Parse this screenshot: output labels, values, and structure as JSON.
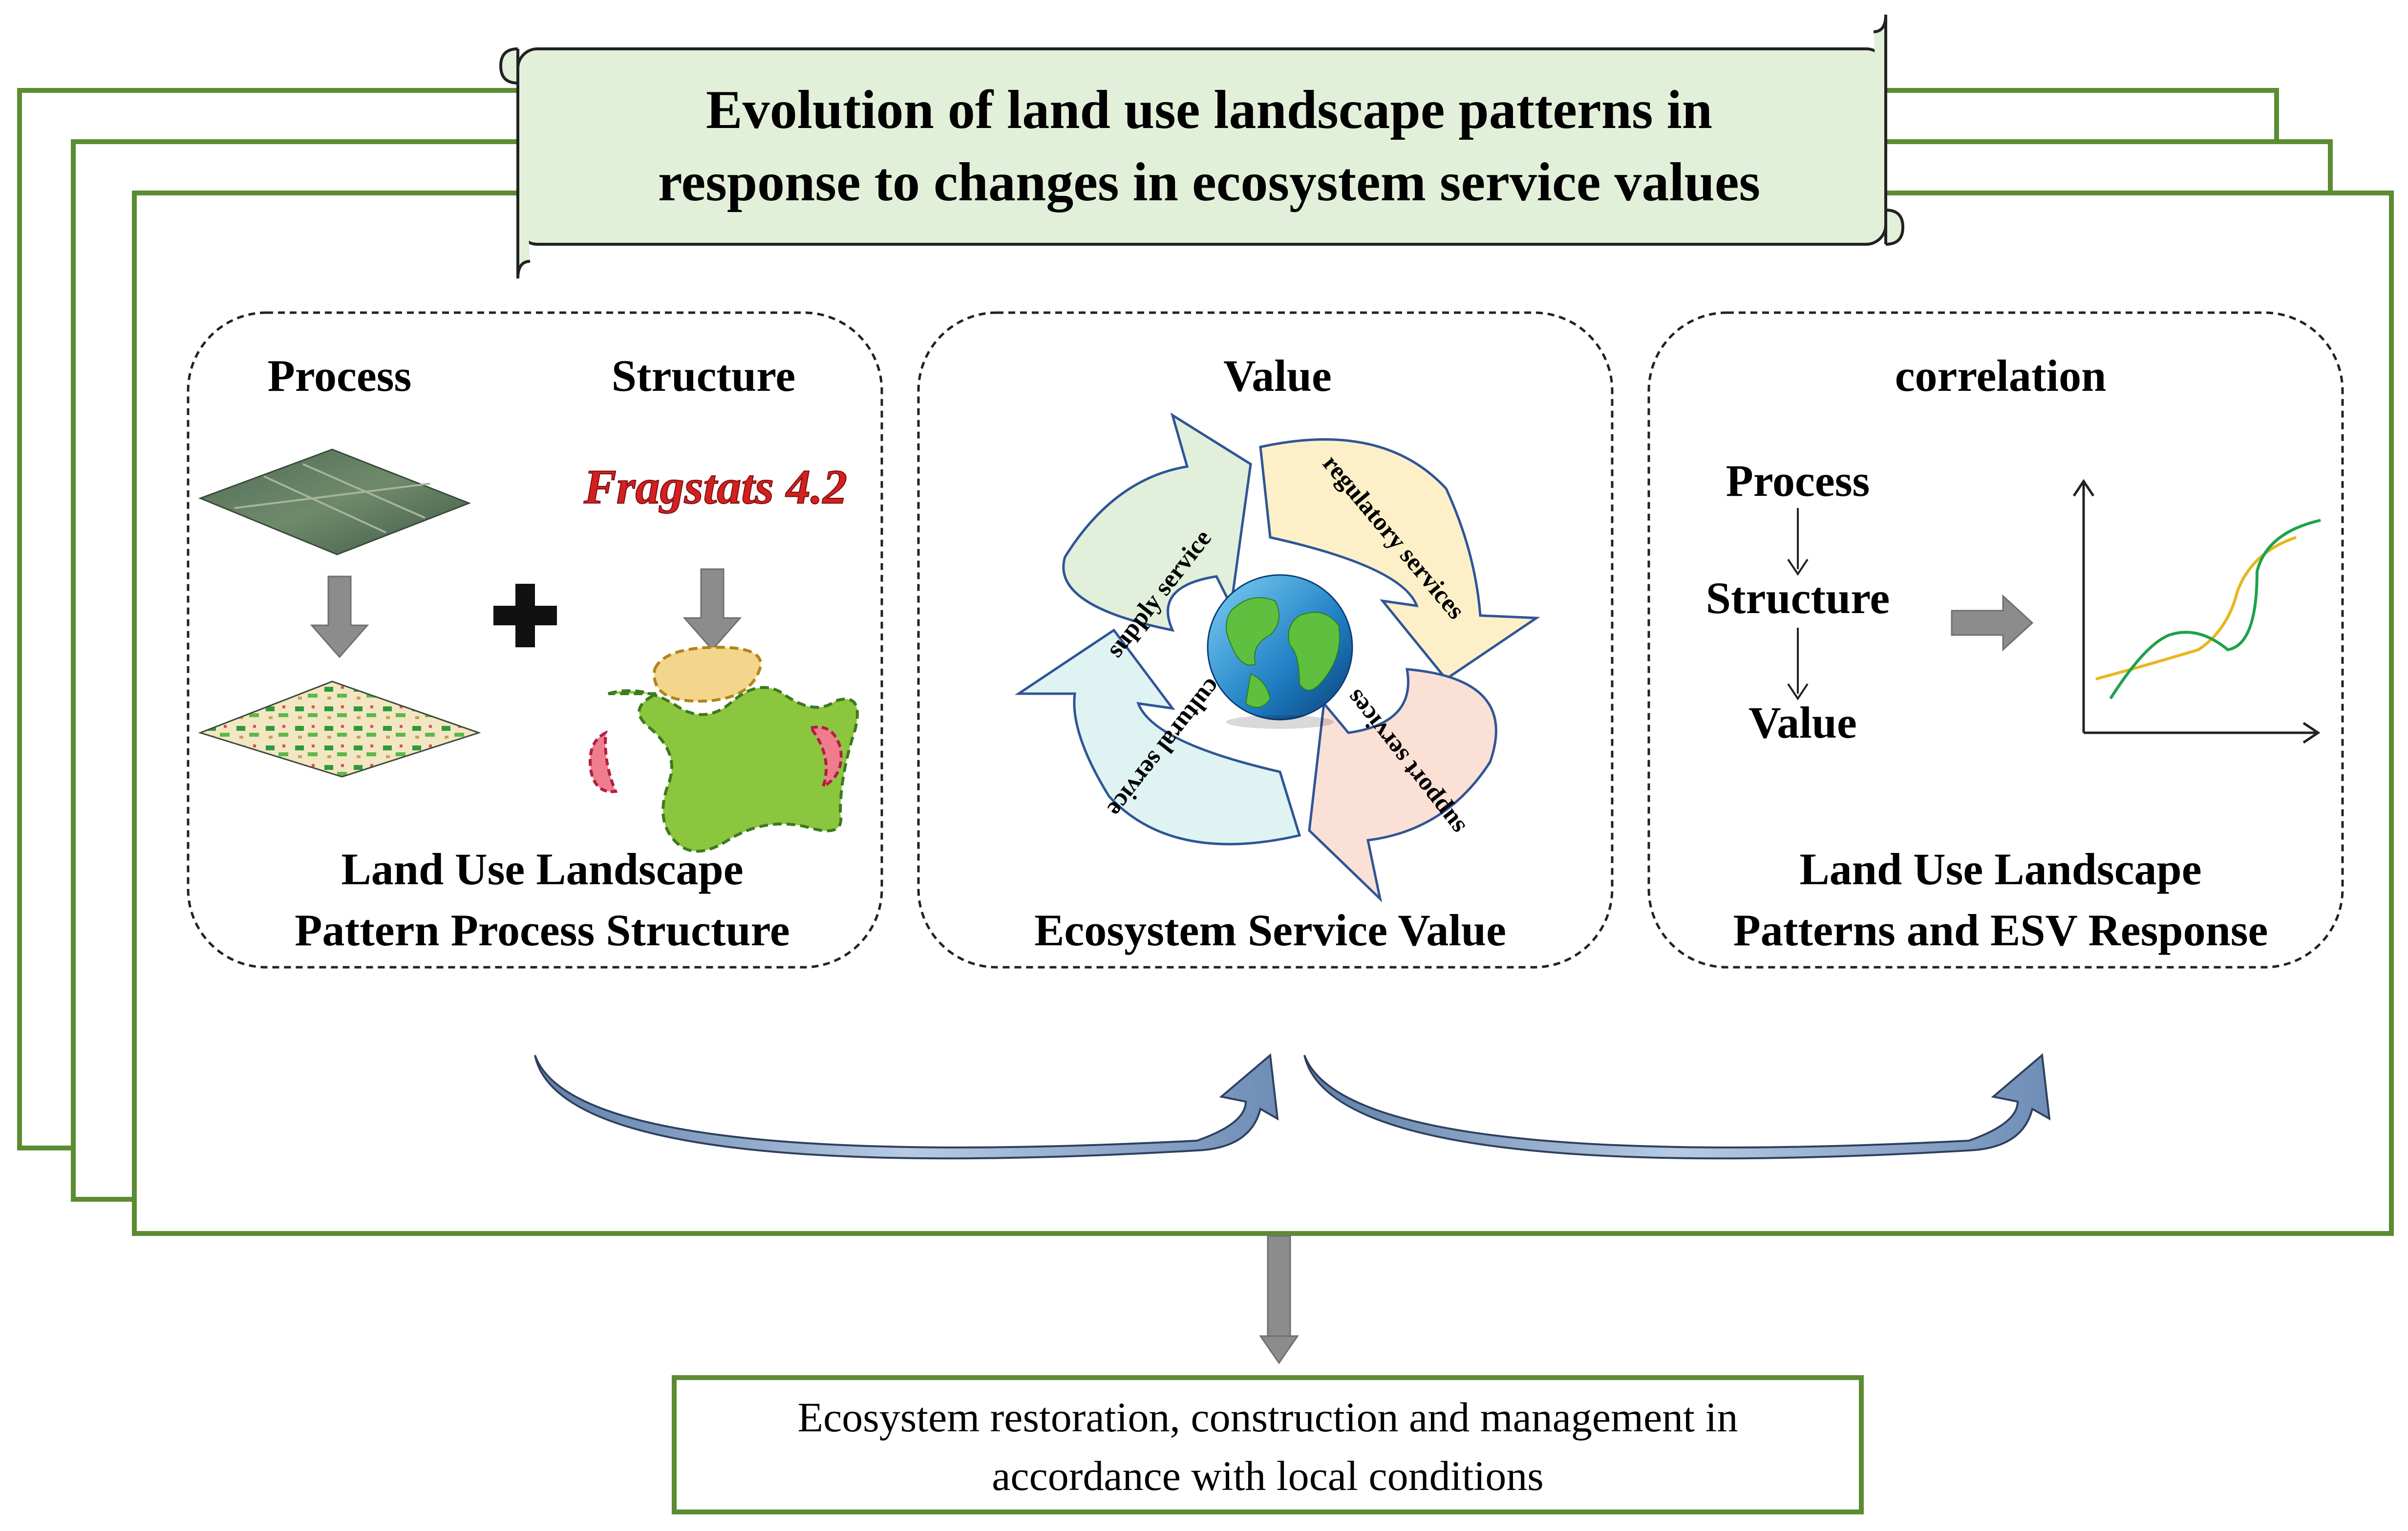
{
  "title": {
    "line1": "Evolution of land use landscape patterns in",
    "line2": "response to changes in ecosystem service values"
  },
  "panel_left": {
    "heading_process": "Process",
    "heading_structure": "Structure",
    "logo_text": "Fragstats 4.2",
    "caption_line1": "Land Use Landscape",
    "caption_line2": "Pattern Process Structure"
  },
  "panel_middle": {
    "heading": "Value",
    "services": {
      "supply": "supply service",
      "regulatory": "regulatory services",
      "support": "support services",
      "cultural": "cultural service"
    },
    "caption": "Ecosystem Service Value"
  },
  "panel_right": {
    "heading": "correlation",
    "flow": [
      "Process",
      "Structure",
      "Value"
    ],
    "caption_line1": "Land Use Landscape",
    "caption_line2": "Patterns and ESV Response"
  },
  "bottom_box": {
    "line1": "Ecosystem restoration, construction and management in",
    "line2": "accordance with local conditions"
  },
  "colors": {
    "frame_green": "#5b8c32",
    "title_fill": "#e2f0d9",
    "supply": "#e2efda",
    "regulatory": "#fdf0c8",
    "support": "#fbe0d6",
    "cultural": "#dff3f3",
    "curve_arrow": "#8ea9c9",
    "gray_arrow": "#8c8c8c",
    "curve_green": "#1ea24a",
    "curve_yellow": "#e8b620"
  }
}
